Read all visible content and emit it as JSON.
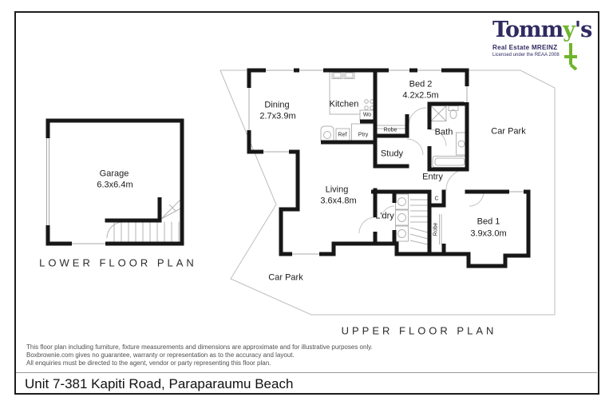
{
  "logo": {
    "brand_prefix": "Tomm",
    "brand_y": "y",
    "brand_suffix": "'s",
    "tagline": "Real Estate MREINZ",
    "license": "Licensed under the REAA 2008",
    "navy": "#2f2a60",
    "green": "#6fb52c"
  },
  "lower_plan": {
    "title": "LOWER FLOOR PLAN",
    "rooms": {
      "garage": {
        "name": "Garage",
        "dims": "6.3x6.4m"
      }
    }
  },
  "upper_plan": {
    "title": "UPPER FLOOR PLAN",
    "rooms": {
      "dining": {
        "name": "Dining",
        "dims": "2.7x3.9m"
      },
      "kitchen": {
        "name": "Kitchen"
      },
      "bed2": {
        "name": "Bed 2",
        "dims": "4.2x2.5m"
      },
      "bath": {
        "name": "Bath"
      },
      "study": {
        "name": "Study"
      },
      "entry": {
        "name": "Entry"
      },
      "living": {
        "name": "Living",
        "dims": "3.6x4.8m"
      },
      "laundry": {
        "name": "L'dry"
      },
      "bed1": {
        "name": "Bed 1",
        "dims": "3.9x3.0m"
      },
      "carpark_upper": {
        "name": "Car Park"
      },
      "carpark_lower": {
        "name": "Car Park"
      }
    },
    "fixtures": {
      "wall_oven": "Wo",
      "fridge": "Ref",
      "pantry": "Ptry",
      "robe_study": "Robe",
      "robe_bed1": "Robe",
      "cupboard": "C"
    }
  },
  "footer": {
    "disclaimer_lines": [
      "This floor plan including furniture, fixture measurements and dimensions are approximate and for illustrative purposes only.",
      "Boxbrownie.com gives no guarantee, warranty or representation as to the accuracy and layout.",
      "All enquiries must be directed to the agent, vendor or party representing this floor plan."
    ],
    "address": "Unit 7-381 Kapiti Road, Paraparaumu Beach"
  }
}
